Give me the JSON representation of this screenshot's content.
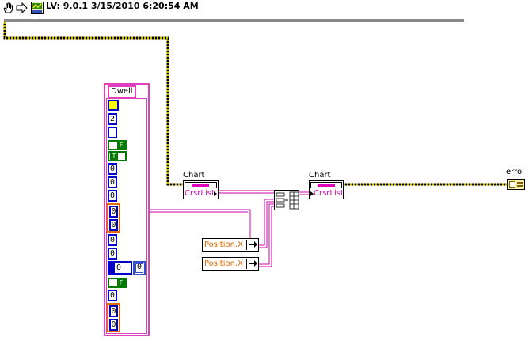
{
  "toolbar": {
    "version_text": "LV: 9.0.1 3/15/2010 6:20:54 AM",
    "icons": [
      "hand-tool-icon",
      "arrow-tool-icon",
      "vi-icon"
    ]
  },
  "colors": {
    "error_wire": "#c8b400",
    "refnum_wire": "#d000b0",
    "int_blue": "#0000c8",
    "bool_green": "#007a00",
    "cluster_orange": "#e06a00",
    "pink_border": "#e040c0"
  },
  "cluster": {
    "title": "Dwell",
    "values": [
      "2",
      "0",
      "0",
      "0",
      "0",
      "0",
      "0",
      "0",
      "0",
      "0",
      "0",
      "0",
      "0"
    ],
    "bool_false": "F",
    "bool_true": "T"
  },
  "property_nodes": [
    {
      "label": "Chart",
      "property": "CrsrList"
    },
    {
      "label": "Chart",
      "property": "CrsrList"
    }
  ],
  "position_fields": [
    "Position.X",
    "Position.X"
  ],
  "error_label": "erro"
}
